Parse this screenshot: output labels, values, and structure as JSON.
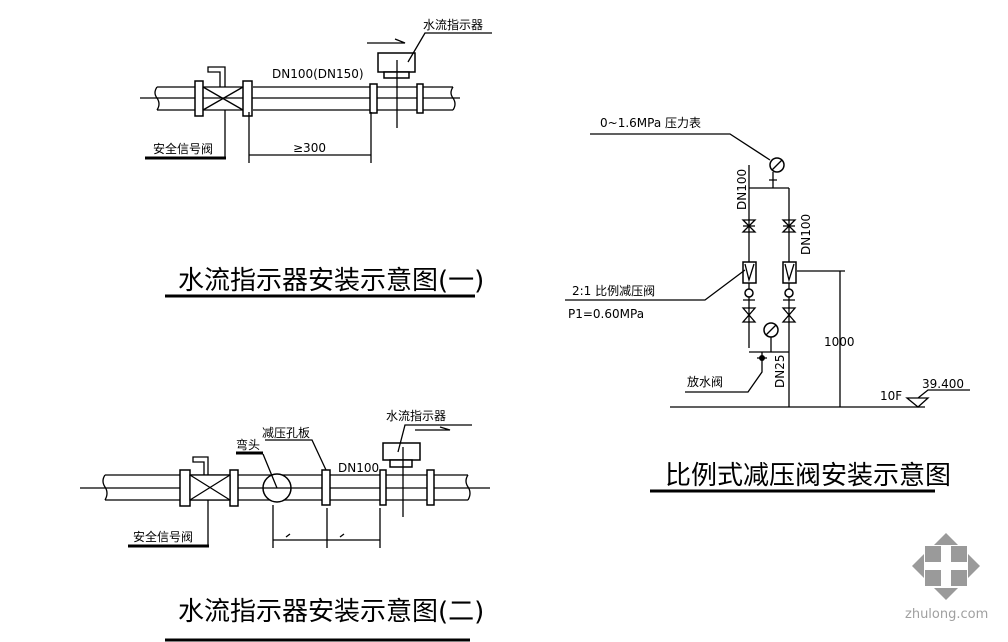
{
  "diagram1": {
    "indicator_label": "水流指示器",
    "pipe_size": "DN100(DN150)",
    "dimension": "≥300",
    "valve_label": "安全信号阀",
    "title": "水流指示器安装示意图(一)"
  },
  "diagram2": {
    "indicator_label": "水流指示器",
    "elbow_label": "弯头",
    "orifice_label": "减压孔板",
    "pipe_size": "DN100",
    "valve_label": "安全信号阀",
    "title": "水流指示器安装示意图(二)"
  },
  "diagram3": {
    "gauge_label": "0~1.6MPa  压力表",
    "valve_ratio_label": "2:1   比例减压阀",
    "pressure_label": "P1=0.60MPa",
    "pipe_size_left": "DN100",
    "pipe_size_right": "DN100",
    "drain_size": "DN25",
    "drain_label": "放水阀",
    "height_dim": "1000",
    "floor_label": "10F",
    "elevation": "39.400",
    "title": "比例式减压阀安装示意图"
  },
  "watermark": {
    "text": "zhulong.com",
    "logo_color": "#9a9a9a"
  }
}
